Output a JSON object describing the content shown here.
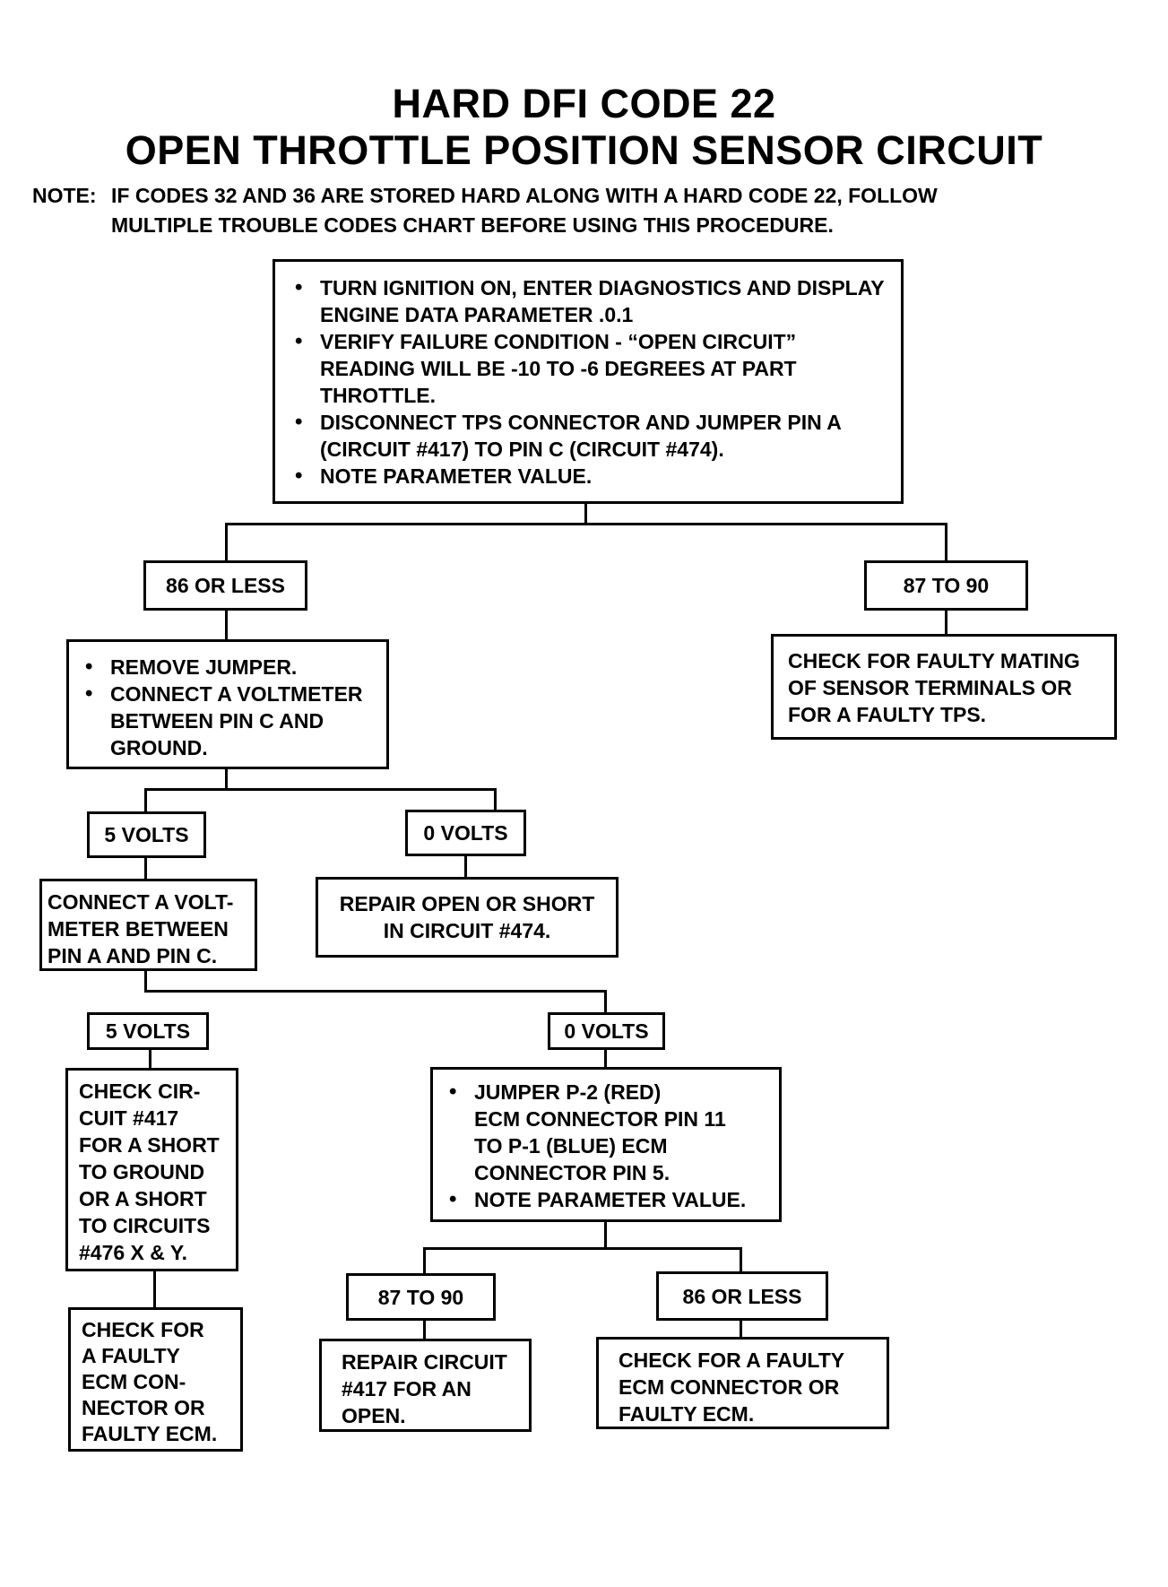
{
  "title_line1": "HARD DFI CODE 22",
  "title_line2": "OPEN THROTTLE POSITION SENSOR CIRCUIT",
  "note_label": "NOTE:",
  "note_line1": "IF CODES 32 AND 36 ARE STORED HARD ALONG WITH A HARD CODE 22, FOLLOW",
  "note_line2": "MULTIPLE TROUBLE CODES CHART BEFORE USING THIS PROCEDURE.",
  "start_steps": [
    "TURN IGNITION ON, ENTER DIAGNOSTICS AND DISPLAY ENGINE DATA PARAMETER .0.1",
    "VERIFY FAILURE CONDITION - “OPEN CIRCUIT” READING WILL BE -10 TO -6 DEGREES AT PART THROTTLE.",
    "DISCONNECT TPS CONNECTOR AND JUMPER PIN A (CIRCUIT #417) TO PIN C (CIRCUIT #474).",
    "NOTE PARAMETER VALUE."
  ],
  "b1_left_label": "86 OR LESS",
  "b1_right_label": "87 TO 90",
  "b1_right_action": "CHECK FOR FAULTY MATING\nOF SENSOR TERMINALS OR\nFOR A FAULTY TPS.",
  "b1_left_steps": [
    "REMOVE JUMPER.",
    "CONNECT A VOLTMETER BETWEEN PIN C AND GROUND."
  ],
  "b2_left_label": "5 VOLTS",
  "b2_right_label": "0 VOLTS",
  "b2_right_action": "REPAIR OPEN OR SHORT\nIN CIRCUIT #474.",
  "b2_left_action": "CONNECT A VOLT-\nMETER BETWEEN\nPIN A AND PIN C.",
  "b3_left_label": "5 VOLTS",
  "b3_right_label": "0 VOLTS",
  "b3_left_action": "CHECK CIR-\nCUIT #417\nFOR A SHORT\nTO GROUND\nOR A SHORT\nTO CIRCUITS\n#476 X & Y.",
  "b3_left_final": "CHECK FOR\nA FAULTY\nECM CON-\nNECTOR OR\nFAULTY ECM.",
  "b3_right_steps": [
    "JUMPER P-2 (RED)\nECM CONNECTOR PIN 11\nTO P-1 (BLUE) ECM\nCONNECTOR PIN 5.",
    "NOTE PARAMETER VALUE."
  ],
  "b4_left_label": "87 TO 90",
  "b4_right_label": "86 OR LESS",
  "b4_left_action": "REPAIR CIRCUIT\n#417 FOR AN\nOPEN.",
  "b4_right_action": "CHECK FOR A FAULTY\nECM CONNECTOR OR\nFAULTY ECM."
}
